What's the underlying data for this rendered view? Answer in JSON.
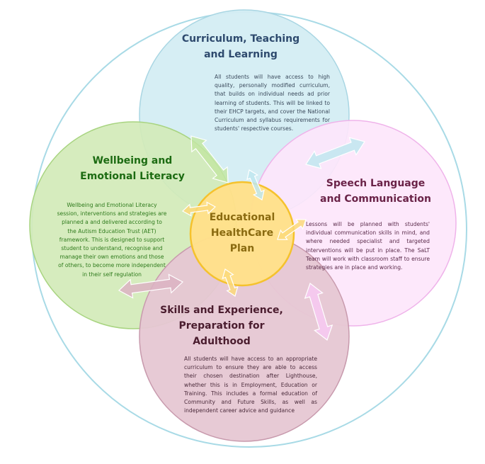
{
  "colors": {
    "outer_ring": "#a8dae6",
    "curriculum_fill": "#d4edf3",
    "curriculum_stroke": "#a9d6e3",
    "curriculum_title": "#2e4a6e",
    "wellbeing_fill": "#d3eab8",
    "wellbeing_stroke": "#a8d480",
    "wellbeing_title": "#1c6b12",
    "speech_fill": "#fde6fb",
    "speech_stroke": "#efb3ea",
    "speech_title": "#6a2348",
    "skills_fill": "#e6c7d3",
    "skills_stroke": "#c89aad",
    "skills_title": "#4a1c2e",
    "center_fill": "#ffe08a",
    "center_stroke": "#f5c22d",
    "center_title": "#8a6a10",
    "arrow_blue": "#bfe6ee",
    "arrow_pink": "#f7c9f2",
    "arrow_mauve": "#dcb3c3",
    "arrow_green": "#c3e6a3",
    "arrow_yellow": "#fbd97a"
  },
  "center": {
    "title_lines": [
      "Educational",
      "HealthCare",
      "Plan"
    ]
  },
  "curriculum": {
    "title_lines": [
      "Curriculum, Teaching",
      "and Learning"
    ],
    "body": "All students will have access to high quality, personally modified curriculum, that builds on individual needs ad prior learning of students. This will be linked to their EHCP targets, and cover the National Curriculum and syllabus requirements for students' respective courses."
  },
  "wellbeing": {
    "title_lines": [
      "Wellbeing and",
      "Emotional Literacy"
    ],
    "body": "Wellbeing and Emotional Literacy session, interventions and strategies are planned a and delivered according to the Autism Education Trust (AET) framework. This is designed to support student to understand, recognise and manage their own emotions and those of others, to become more independent in their self regulation"
  },
  "speech": {
    "title_lines": [
      "Speech Language",
      "and Communication"
    ],
    "body": "Lessons will be planned with students' individual communication skills in mind, and where needed specialist and targeted interventions will be put in place. The SaLT Team will work with classroom staff to ensure strategies are in place and working."
  },
  "skills": {
    "title_lines": [
      "Skills and Experience,",
      "Preparation for",
      "Adulthood"
    ],
    "body": "All students will have access to an appropriate curriculum to ensure they are able to access their chosen destination after Lighthouse, whether this is in Employment, Education or Training. This includes a formal education of Community and Future Skills, as well as independent career advice and guidance"
  }
}
